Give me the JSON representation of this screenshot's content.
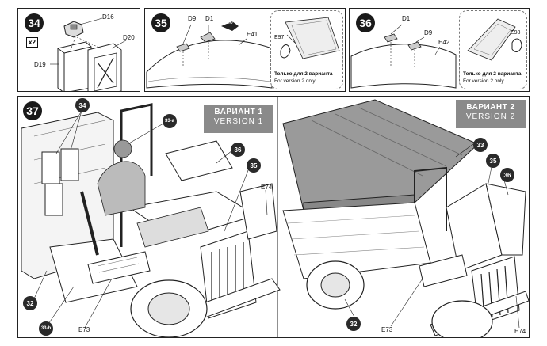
{
  "steps": {
    "s34": {
      "number": "34",
      "multiplier": "x2",
      "labels": {
        "d16": "D16",
        "d19": "D19",
        "d20": "D20"
      }
    },
    "s35": {
      "number": "35",
      "labels": {
        "d9": "D9",
        "d1": "D1",
        "e41": "E41",
        "e97": "E97"
      },
      "arrow_badge": "20",
      "caption_ru": "Только для 2 варианта",
      "caption_en": "For version 2 only"
    },
    "s36": {
      "number": "36",
      "labels": {
        "d1": "D1",
        "d9": "D9",
        "e42": "E42",
        "e98": "E98"
      },
      "caption_ru": "Только для 2 варианта",
      "caption_en": "For version 2 only"
    },
    "s37": {
      "number": "37",
      "version1": {
        "title_ru": "ВАРИАНТ 1",
        "title_en": "VERSION 1"
      },
      "version2": {
        "title_ru": "ВАРИАНТ 2",
        "title_en": "VERSION 2"
      },
      "left_badges": {
        "b34": "34",
        "b33a": "33-a",
        "b36": "36",
        "b35": "35",
        "b32": "32",
        "b33b": "33-b"
      },
      "left_labels": {
        "e74": "E74",
        "e73": "E73"
      },
      "right_badges": {
        "b33": "33",
        "b35": "35",
        "b36": "36",
        "b32": "32"
      },
      "right_labels": {
        "e73": "E73",
        "e74": "E74"
      }
    }
  }
}
